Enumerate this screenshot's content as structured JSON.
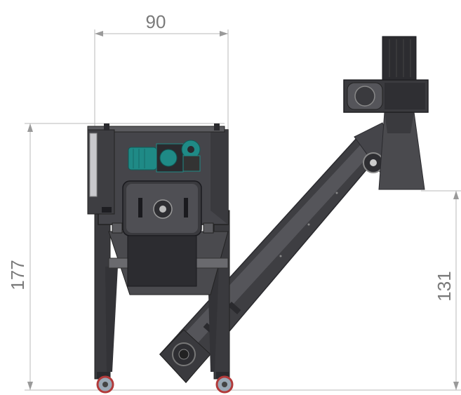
{
  "dimensions": {
    "width": "90",
    "overall_height": "177",
    "discharge_height": "131"
  },
  "colors": {
    "machine_body": "#4a4a4e",
    "machine_dark": "#2f2f33",
    "motor_green": "#1f8a86",
    "dimension_line": "#b8b8b8",
    "dimension_text": "#7a7a7a",
    "wheel_red": "#b23a3a"
  }
}
